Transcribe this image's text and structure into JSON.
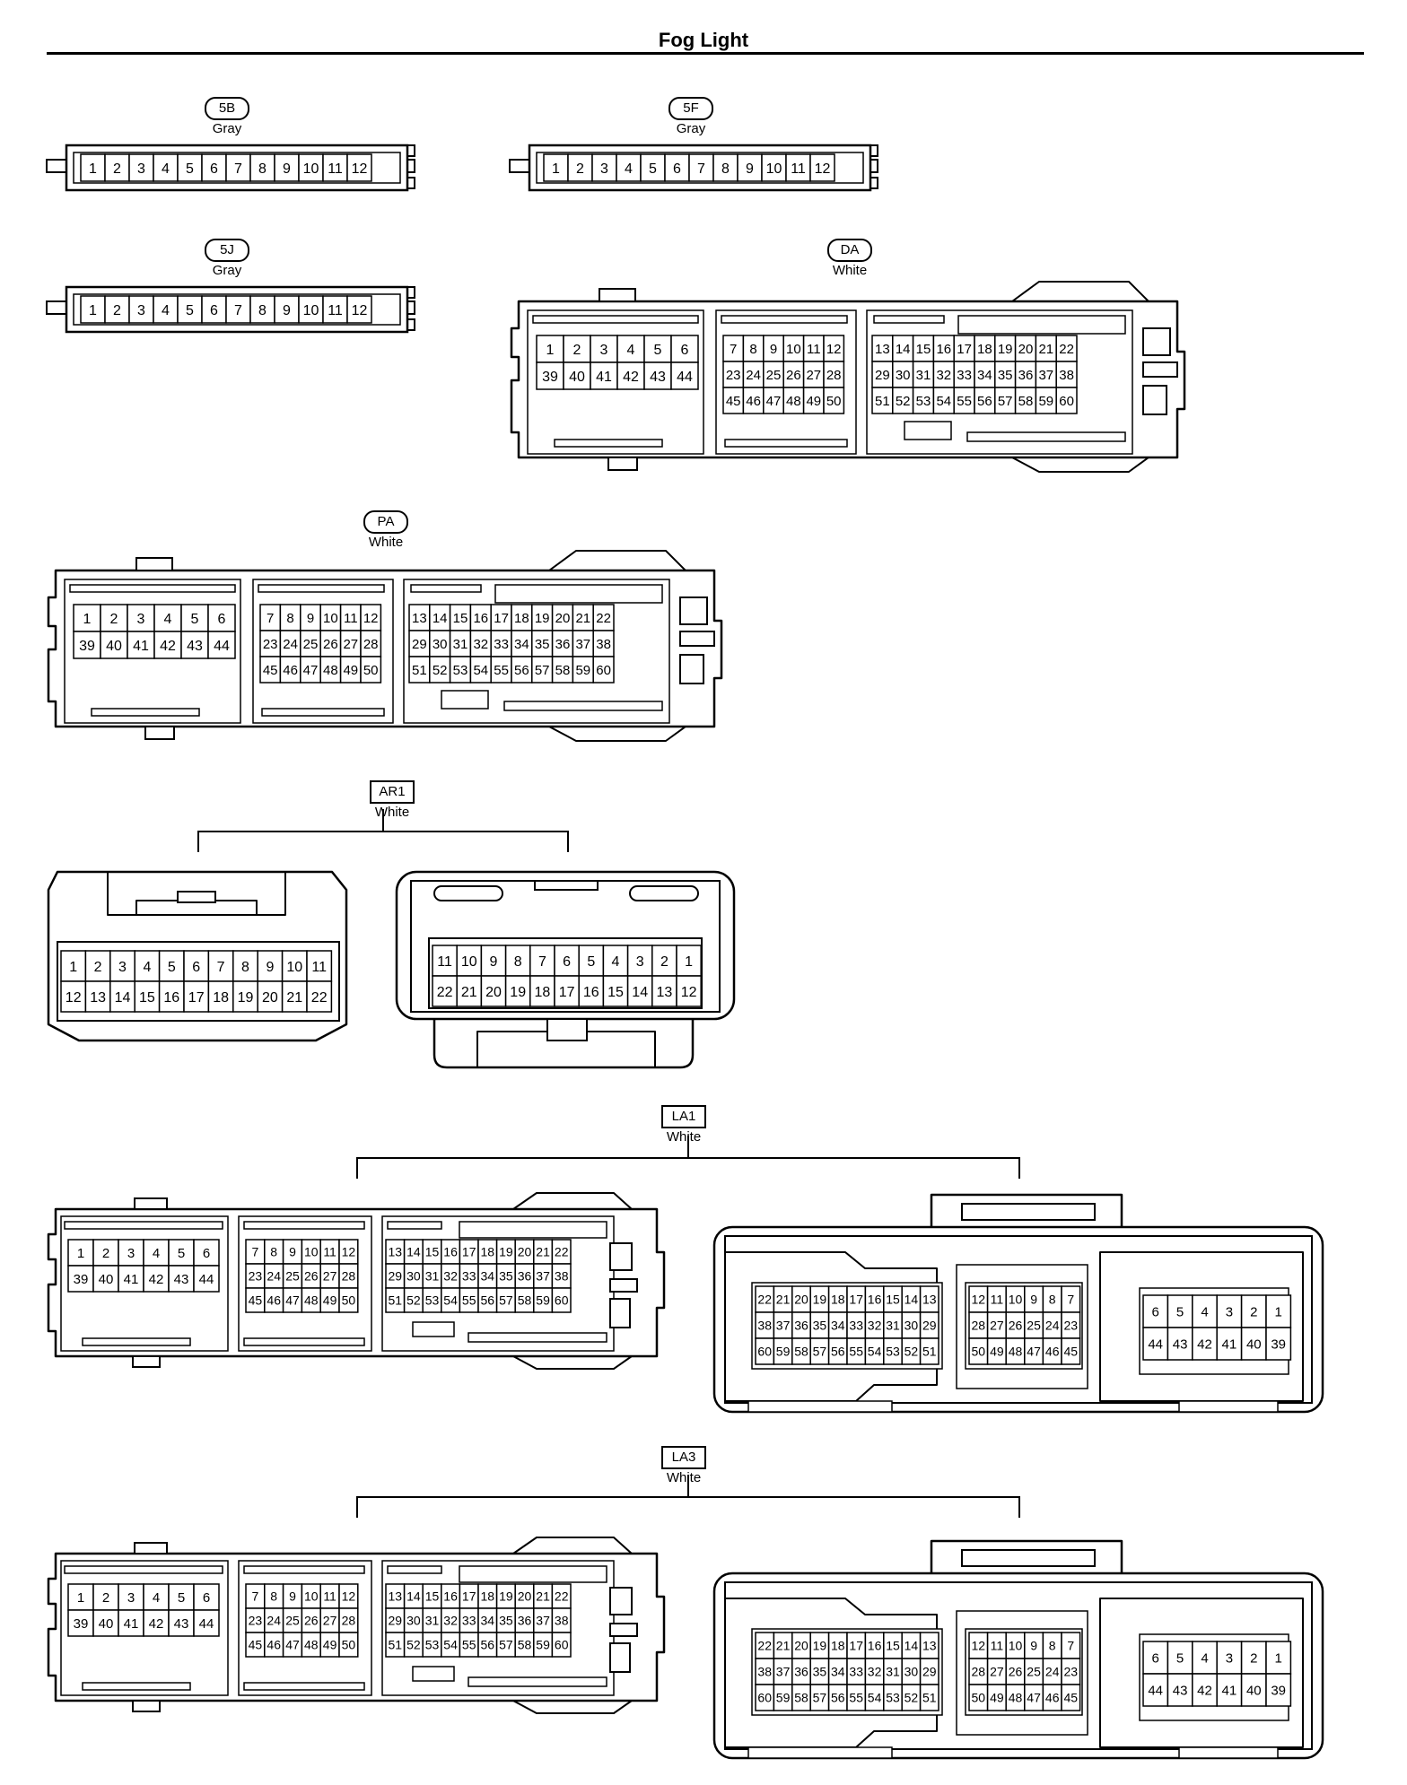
{
  "title": "Fog Light",
  "connectors": [
    {
      "id": "5B",
      "color": "Gray",
      "badge": "oval",
      "type": "strip12"
    },
    {
      "id": "5F",
      "color": "Gray",
      "badge": "oval",
      "type": "strip12"
    },
    {
      "id": "5J",
      "color": "Gray",
      "badge": "oval",
      "type": "strip12"
    },
    {
      "id": "DA",
      "color": "White",
      "badge": "oval",
      "type": "ecu60"
    },
    {
      "id": "PA",
      "color": "White",
      "badge": "oval",
      "type": "ecu60"
    },
    {
      "id": "AR1",
      "color": "White",
      "badge": "box",
      "type": "pair22"
    },
    {
      "id": "LA1",
      "color": "White",
      "badge": "box",
      "type": "pair60"
    },
    {
      "id": "LA3",
      "color": "White",
      "badge": "box",
      "type": "pair60"
    }
  ],
  "pinouts": {
    "strip12": [
      [
        "1",
        "2",
        "3",
        "4",
        "5",
        "6",
        "7",
        "8",
        "9",
        "10",
        "11",
        "12"
      ]
    ],
    "ecu60_a": [
      [
        "1",
        "2",
        "3",
        "4",
        "5",
        "6"
      ],
      [
        "39",
        "40",
        "41",
        "42",
        "43",
        "44"
      ]
    ],
    "ecu60_b": [
      [
        "7",
        "8",
        "9",
        "10",
        "11",
        "12"
      ],
      [
        "23",
        "24",
        "25",
        "26",
        "27",
        "28"
      ],
      [
        "45",
        "46",
        "47",
        "48",
        "49",
        "50"
      ]
    ],
    "ecu60_c": [
      [
        "13",
        "14",
        "15",
        "16",
        "17",
        "18",
        "19",
        "20",
        "21",
        "22"
      ],
      [
        "29",
        "30",
        "31",
        "32",
        "33",
        "34",
        "35",
        "36",
        "37",
        "38"
      ],
      [
        "51",
        "52",
        "53",
        "54",
        "55",
        "56",
        "57",
        "58",
        "59",
        "60"
      ]
    ],
    "m22": [
      [
        "1",
        "2",
        "3",
        "4",
        "5",
        "6",
        "7",
        "8",
        "9",
        "10",
        "11"
      ],
      [
        "12",
        "13",
        "14",
        "15",
        "16",
        "17",
        "18",
        "19",
        "20",
        "21",
        "22"
      ]
    ],
    "f22": [
      [
        "11",
        "10",
        "9",
        "8",
        "7",
        "6",
        "5",
        "4",
        "3",
        "2",
        "1"
      ],
      [
        "22",
        "21",
        "20",
        "19",
        "18",
        "17",
        "16",
        "15",
        "14",
        "13",
        "12"
      ]
    ],
    "f60_c": [
      [
        "22",
        "21",
        "20",
        "19",
        "18",
        "17",
        "16",
        "15",
        "14",
        "13"
      ],
      [
        "38",
        "37",
        "36",
        "35",
        "34",
        "33",
        "32",
        "31",
        "30",
        "29"
      ],
      [
        "60",
        "59",
        "58",
        "57",
        "56",
        "55",
        "54",
        "53",
        "52",
        "51"
      ]
    ],
    "f60_b": [
      [
        "12",
        "11",
        "10",
        "9",
        "8",
        "7"
      ],
      [
        "28",
        "27",
        "26",
        "25",
        "24",
        "23"
      ],
      [
        "50",
        "49",
        "48",
        "47",
        "46",
        "45"
      ]
    ],
    "f60_a": [
      [
        "6",
        "5",
        "4",
        "3",
        "2",
        "1"
      ],
      [
        "44",
        "43",
        "42",
        "41",
        "40",
        "39"
      ]
    ]
  }
}
